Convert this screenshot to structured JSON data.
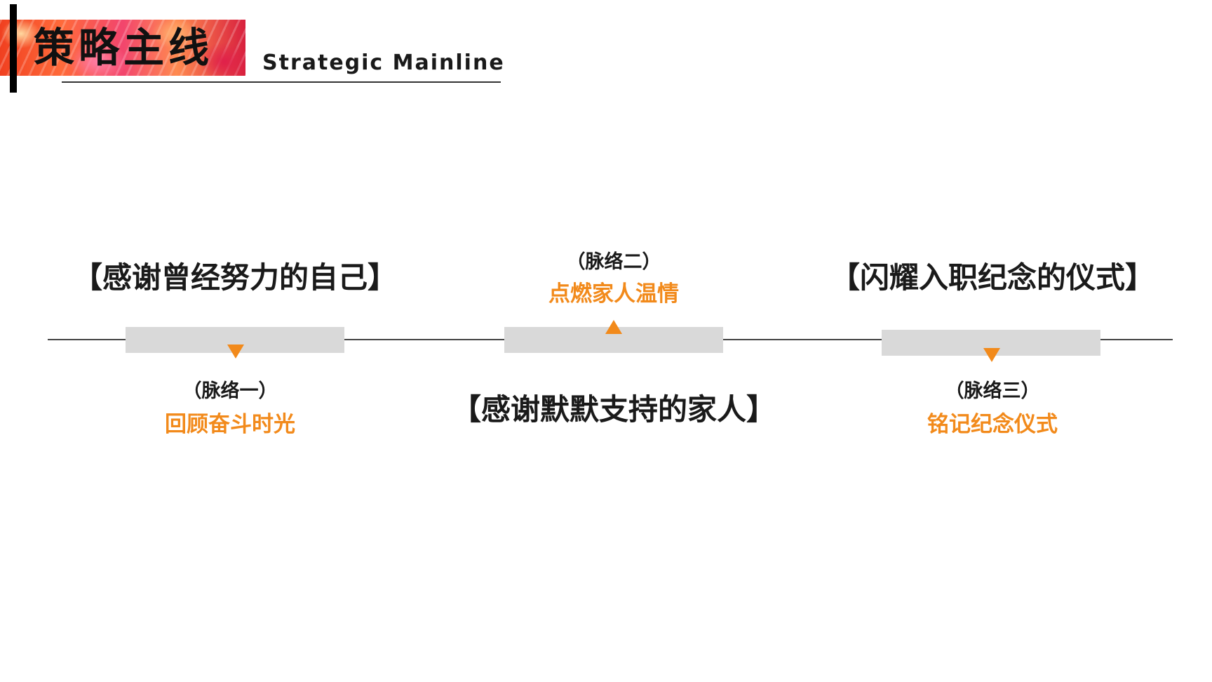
{
  "header": {
    "title": "策略主线",
    "subtitle": "Strategic Mainline"
  },
  "colors": {
    "accent": "#f28a1b",
    "block": "#d9d9d9",
    "text": "#1a1a1a"
  },
  "timeline": {
    "nodes": [
      {
        "main_label": "【感谢曾经努力的自己】",
        "vein_label": "（脉络一）",
        "sub_label": "回顾奋斗时光",
        "arrow": "down"
      },
      {
        "main_label": "【感谢默默支持的家人】",
        "vein_label": "（脉络二）",
        "sub_label": "点燃家人温情",
        "arrow": "up"
      },
      {
        "main_label": "【闪耀入职纪念的仪式】",
        "vein_label": "（脉络三）",
        "sub_label": "铭记纪念仪式",
        "arrow": "down"
      }
    ]
  }
}
